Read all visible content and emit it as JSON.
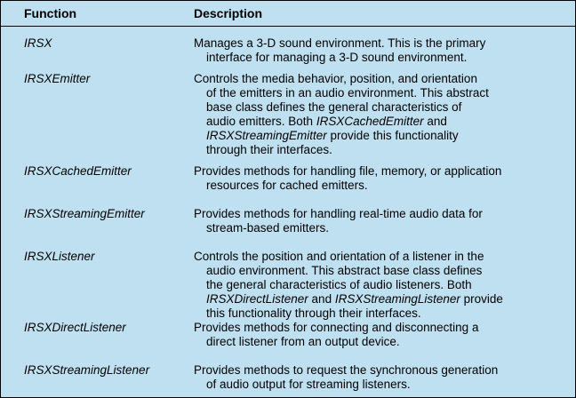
{
  "header": {
    "function": "Function",
    "description": "Description"
  },
  "rows": [
    {
      "function": "IRSX",
      "lines": [
        [
          {
            "t": "Manages a 3-D sound environment. This is the primary"
          }
        ],
        [
          {
            "t": "interface for managing a 3-D sound environment."
          }
        ]
      ]
    },
    {
      "function": "IRSXEmitter",
      "lines": [
        [
          {
            "t": "Controls the media behavior, position, and orientation"
          }
        ],
        [
          {
            "t": "of the emitters in an audio environment. This abstract"
          }
        ],
        [
          {
            "t": "base class defines the general characteristics of"
          }
        ],
        [
          {
            "t": "audio emitters. Both "
          },
          {
            "t": "IRSXCachedEmitter",
            "i": true
          },
          {
            "t": " and"
          }
        ],
        [
          {
            "t": "IRSXStreamingEmitter",
            "i": true
          },
          {
            "t": " provide this functionality"
          }
        ],
        [
          {
            "t": "through their interfaces."
          }
        ]
      ]
    },
    {
      "function": "IRSXCachedEmitter",
      "lines": [
        [
          {
            "t": "Provides methods for handling file, memory, or application"
          }
        ],
        [
          {
            "t": "resources for cached emitters."
          }
        ]
      ]
    },
    {
      "function": "IRSXStreamingEmitter",
      "lines": [
        [
          {
            "t": "Provides methods for handling real-time audio data for"
          }
        ],
        [
          {
            "t": "stream-based emitters."
          }
        ]
      ]
    },
    {
      "function": "IRSXListener",
      "lines": [
        [
          {
            "t": "Controls the position and orientation of a listener in the"
          }
        ],
        [
          {
            "t": "audio environment. This abstract base class defines"
          }
        ],
        [
          {
            "t": "the general characteristics of audio listeners. Both"
          }
        ],
        [
          {
            "t": "IRSXDirectListener",
            "i": true
          },
          {
            "t": " and "
          },
          {
            "t": "IRSXStreamingListener",
            "i": true
          },
          {
            "t": " provide"
          }
        ],
        [
          {
            "t": "this functionality through their interfaces."
          }
        ]
      ]
    },
    {
      "function": "IRSXDirectListener",
      "lines": [
        [
          {
            "t": "Provides methods for connecting and disconnecting a"
          }
        ],
        [
          {
            "t": "direct listener from an output device."
          }
        ]
      ]
    },
    {
      "function": "IRSXStreamingListener",
      "lines": [
        [
          {
            "t": "Provides methods to request the synchronous generation"
          }
        ],
        [
          {
            "t": "of audio output for streaming listeners."
          }
        ]
      ]
    }
  ]
}
